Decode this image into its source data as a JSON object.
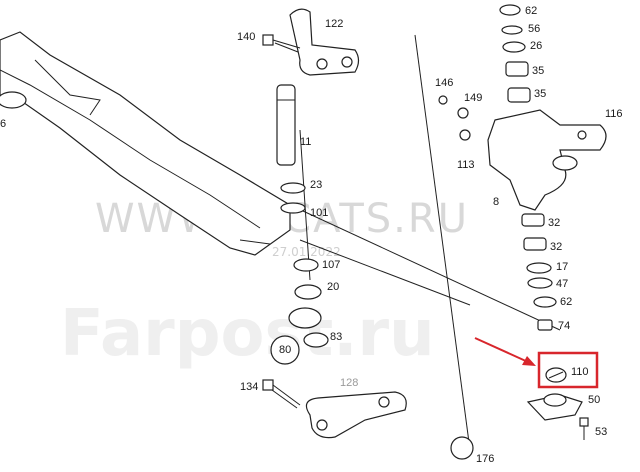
{
  "watermark": {
    "site": "WWW.EPCATS.RU",
    "date": "27.01.2022",
    "brand": "Farpost.ru"
  },
  "parts": [
    {
      "id": "p122",
      "label": "122"
    },
    {
      "id": "p140",
      "label": "140"
    },
    {
      "id": "p11",
      "label": "11"
    },
    {
      "id": "p23",
      "label": "23"
    },
    {
      "id": "p101",
      "label": "101"
    },
    {
      "id": "p107",
      "label": "107"
    },
    {
      "id": "p20",
      "label": "20"
    },
    {
      "id": "p83",
      "label": "83"
    },
    {
      "id": "p80",
      "label": "80"
    },
    {
      "id": "p134",
      "label": "134"
    },
    {
      "id": "p128",
      "label": "128"
    },
    {
      "id": "p6",
      "label": "6"
    },
    {
      "id": "p62a",
      "label": "62"
    },
    {
      "id": "p56",
      "label": "56"
    },
    {
      "id": "p26",
      "label": "26"
    },
    {
      "id": "p35a",
      "label": "35"
    },
    {
      "id": "p35b",
      "label": "35"
    },
    {
      "id": "p146",
      "label": "146"
    },
    {
      "id": "p149",
      "label": "149"
    },
    {
      "id": "p116",
      "label": "116"
    },
    {
      "id": "p113",
      "label": "113"
    },
    {
      "id": "p8",
      "label": "8"
    },
    {
      "id": "p32a",
      "label": "32"
    },
    {
      "id": "p32b",
      "label": "32"
    },
    {
      "id": "p17",
      "label": "17"
    },
    {
      "id": "p47",
      "label": "47"
    },
    {
      "id": "p62b",
      "label": "62"
    },
    {
      "id": "p74",
      "label": "74"
    },
    {
      "id": "p110",
      "label": "110"
    },
    {
      "id": "p50",
      "label": "50"
    },
    {
      "id": "p53",
      "label": "53"
    },
    {
      "id": "p176",
      "label": "176"
    }
  ],
  "highlight": {
    "part": "110",
    "color": "#d8262c"
  }
}
